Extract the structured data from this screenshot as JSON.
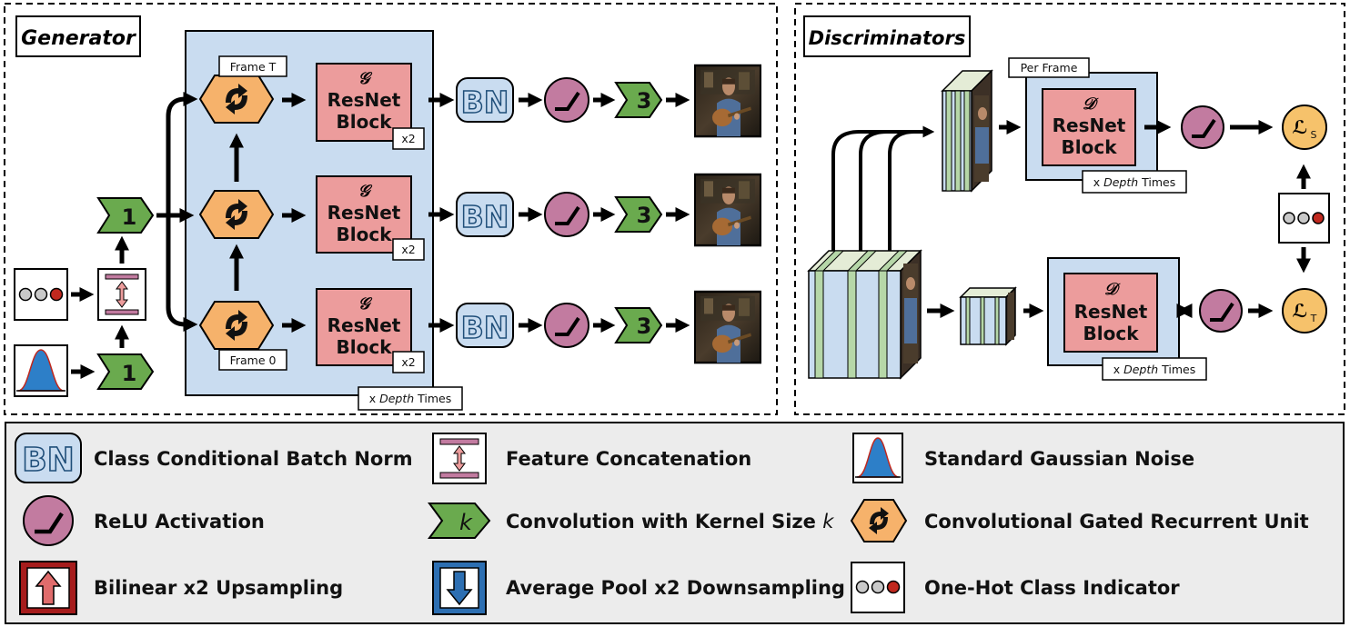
{
  "generator": {
    "title": "Generator",
    "frame_top": "Frame T",
    "frame_bottom": "Frame 0",
    "resblock_symbol": "𝒢",
    "resblock_line1": "ResNet",
    "resblock_line2": "Block",
    "repeat_badge": "x2",
    "depth_prefix": "x ",
    "depth_word": "Depth",
    "depth_suffix": " Times",
    "bn_label": "BN",
    "conv_in_kernel": "1",
    "conv_out_kernel": "3"
  },
  "discriminators": {
    "title": "Discriminators",
    "per_frame": "Per Frame",
    "resblock_symbol": "𝒟",
    "resblock_line1": "ResNet",
    "resblock_line2": "Block",
    "depth_prefix": "x ",
    "depth_word": "Depth",
    "depth_suffix": " Times",
    "loss_spatial_main": "ℒ",
    "loss_spatial_sub": "S",
    "loss_temporal_main": "ℒ",
    "loss_temporal_sub": "T"
  },
  "legend": {
    "bn_icon_text": "BN",
    "conv_icon_text": "k",
    "items": [
      {
        "label": "Class Conditional Batch Norm"
      },
      {
        "label": "Feature Concatenation"
      },
      {
        "label": "Standard Gaussian Noise"
      },
      {
        "label": "ReLU Activation"
      },
      {
        "label": "Convolution with Kernel Size ",
        "italic": "k"
      },
      {
        "label": "Convolutional Gated Recurrent Unit"
      },
      {
        "label": "Bilinear x2 Upsampling"
      },
      {
        "label": "Average Pool x2 Downsampling"
      },
      {
        "label": "One-Hot Class Indicator"
      }
    ]
  },
  "colors": {
    "panel_blue": "#c9dcf0",
    "resblock_red": "#ec9c9c",
    "gru_orange": "#f6b26b",
    "relu_purple": "#c27ba0",
    "conv_green": "#6aaa4e",
    "bn_blue": "#c9dcf0",
    "legend_bg": "#ececec",
    "onehot_red": "#c0281e",
    "onehot_gray": "#c9c9c9",
    "loss_yellow": "#f6c26b"
  },
  "icons": [
    "onehot-icon",
    "gaussian-noise-icon",
    "feature-concat-icon",
    "conv-icon",
    "gru-icon",
    "resnet-block",
    "batchnorm-icon",
    "relu-icon",
    "video-frame",
    "upsample-icon",
    "downsample-icon",
    "loss-icon",
    "arrow"
  ]
}
